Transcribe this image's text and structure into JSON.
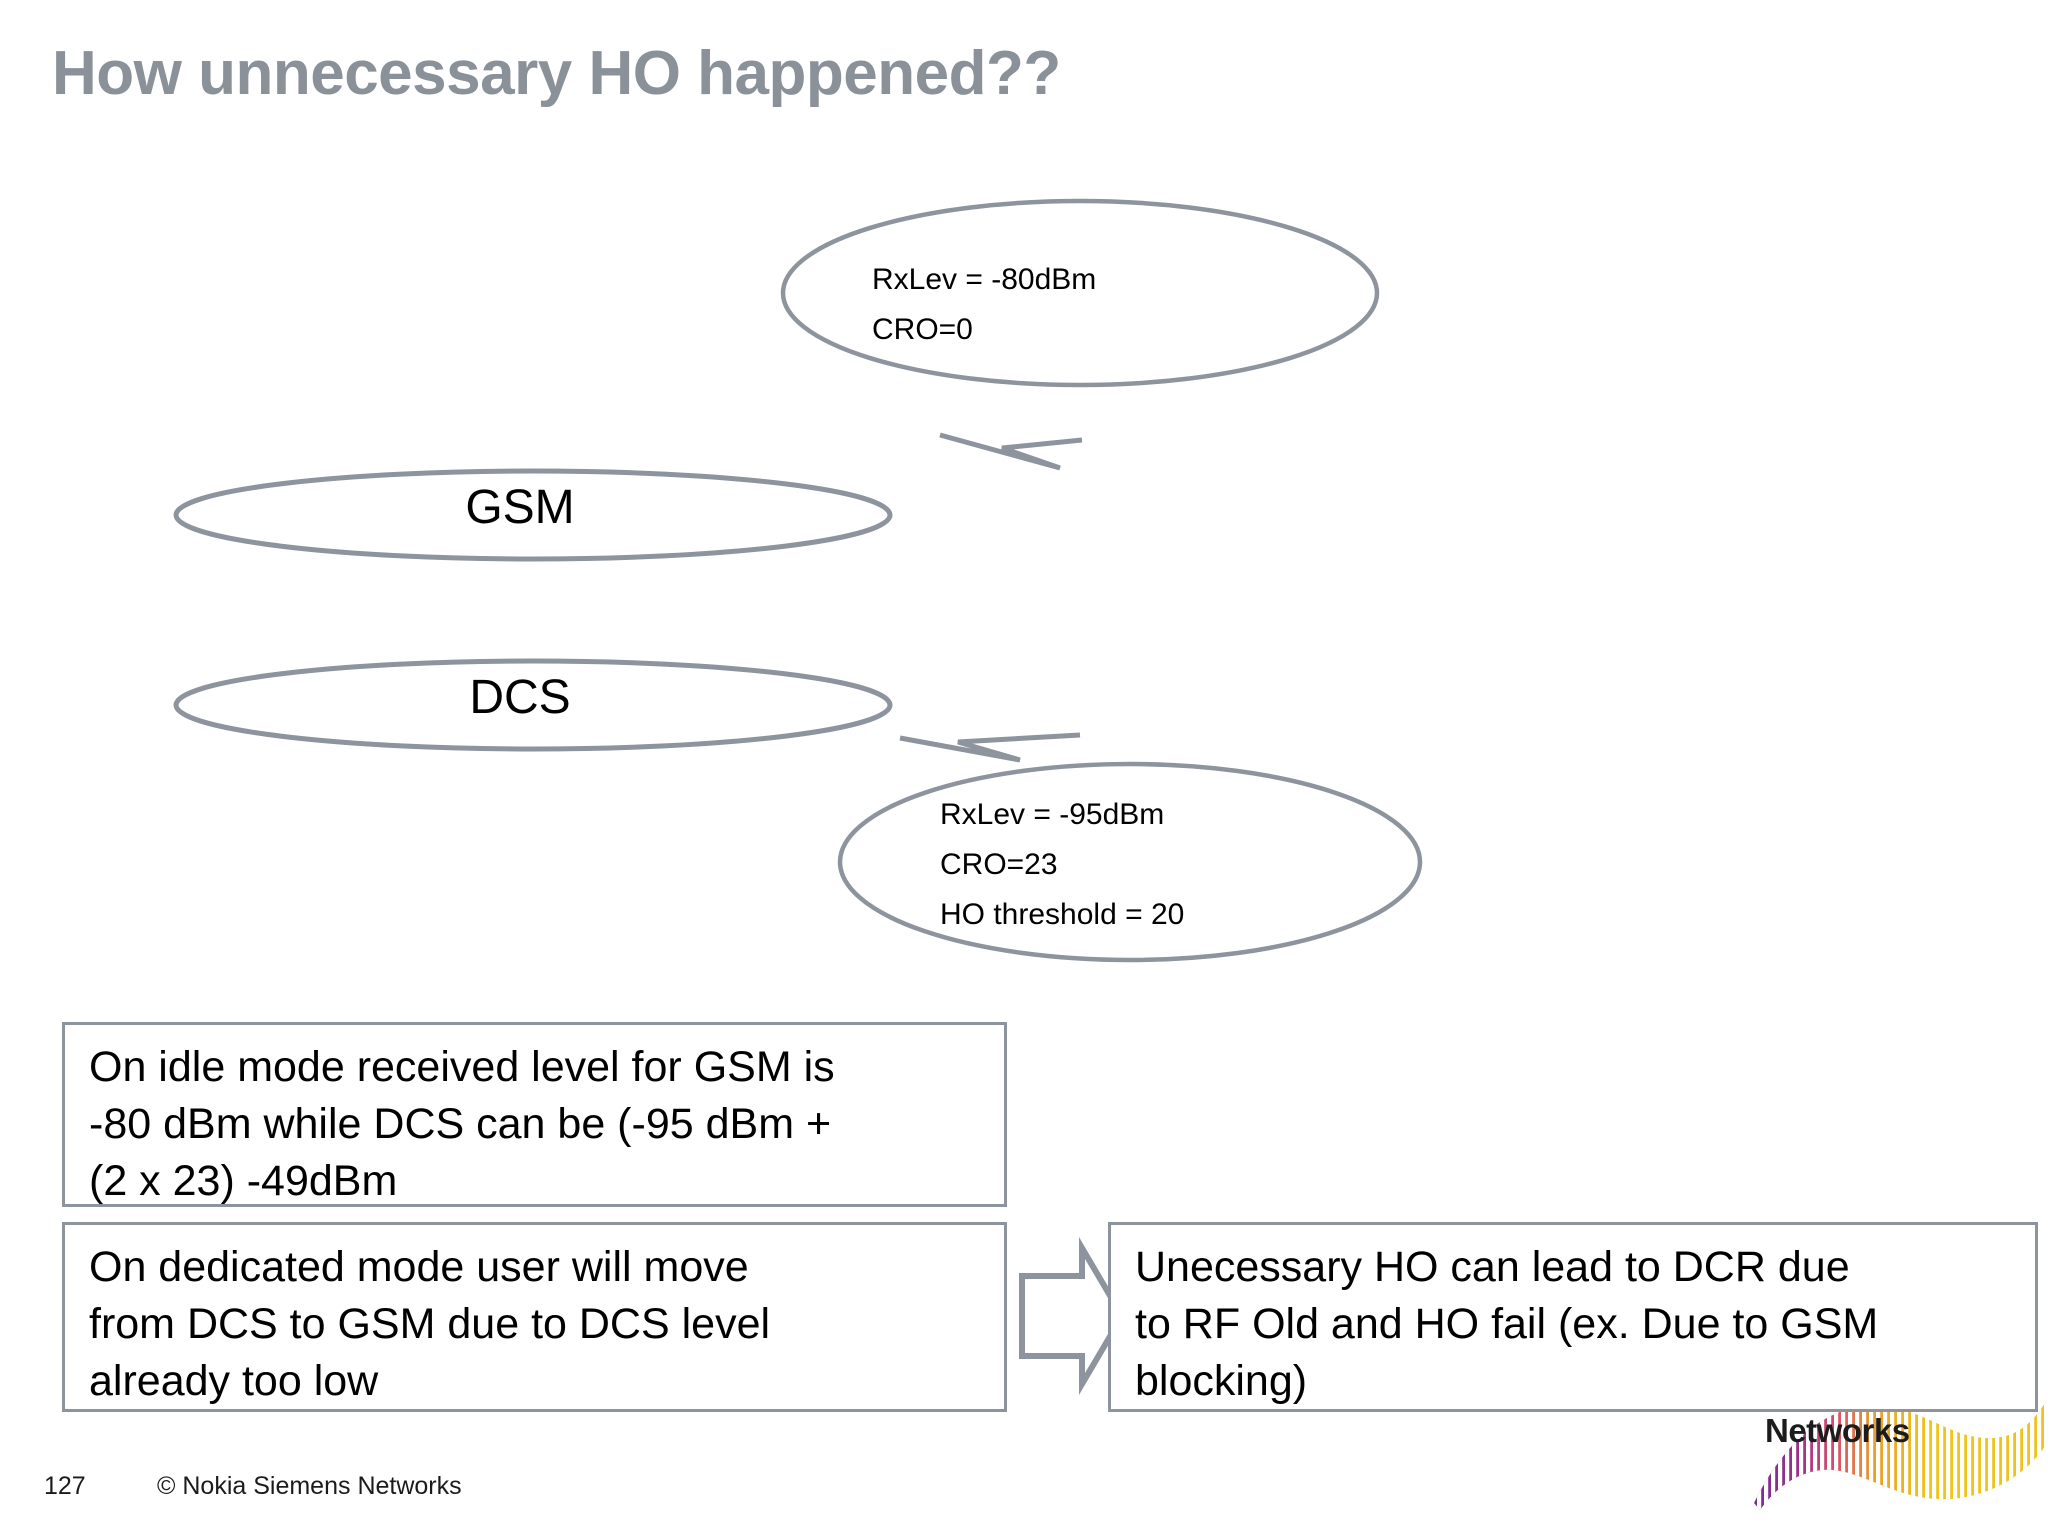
{
  "slide": {
    "title": "How unnecessary HO happened??"
  },
  "diagram": {
    "ellipses": [
      {
        "name": "gsm",
        "label": "GSM"
      },
      {
        "name": "dcs",
        "label": "DCS"
      }
    ],
    "callouts": [
      {
        "name": "gsm-callout",
        "lines": [
          "RxLev = -80dBm",
          "CRO=0"
        ]
      },
      {
        "name": "dcs-callout",
        "lines": [
          "RxLev = -95dBm",
          "CRO=23",
          "HO threshold = 20"
        ]
      }
    ],
    "arrow_icon": "right-block-arrow-icon"
  },
  "info_boxes": [
    {
      "name": "idle-mode-box",
      "lines": [
        "On idle mode received level for GSM is",
        "-80 dBm while DCS can be (-95 dBm +",
        "(2 x 23) -49dBm"
      ]
    },
    {
      "name": "dedicated-mode-box",
      "lines": [
        "On dedicated mode user will move",
        "from DCS to GSM due to DCS level",
        "already too low"
      ]
    },
    {
      "name": "consequence-box",
      "lines": [
        "Unecessary HO can lead to DCR due",
        "to RF Old and HO fail (ex. Due to GSM",
        "blocking)"
      ]
    }
  ],
  "footer": {
    "page_number": "127",
    "copyright": "© Nokia Siemens Networks"
  },
  "logo": {
    "word": "Networks",
    "wave_color_start": "#6b2d8f",
    "wave_color_mid": "#d94f6a",
    "wave_color_end": "#f0c419"
  },
  "colors": {
    "title_gray": "#8a9199",
    "outline_gray": "#8d949e",
    "text_black": "#000000",
    "background": "#ffffff"
  }
}
